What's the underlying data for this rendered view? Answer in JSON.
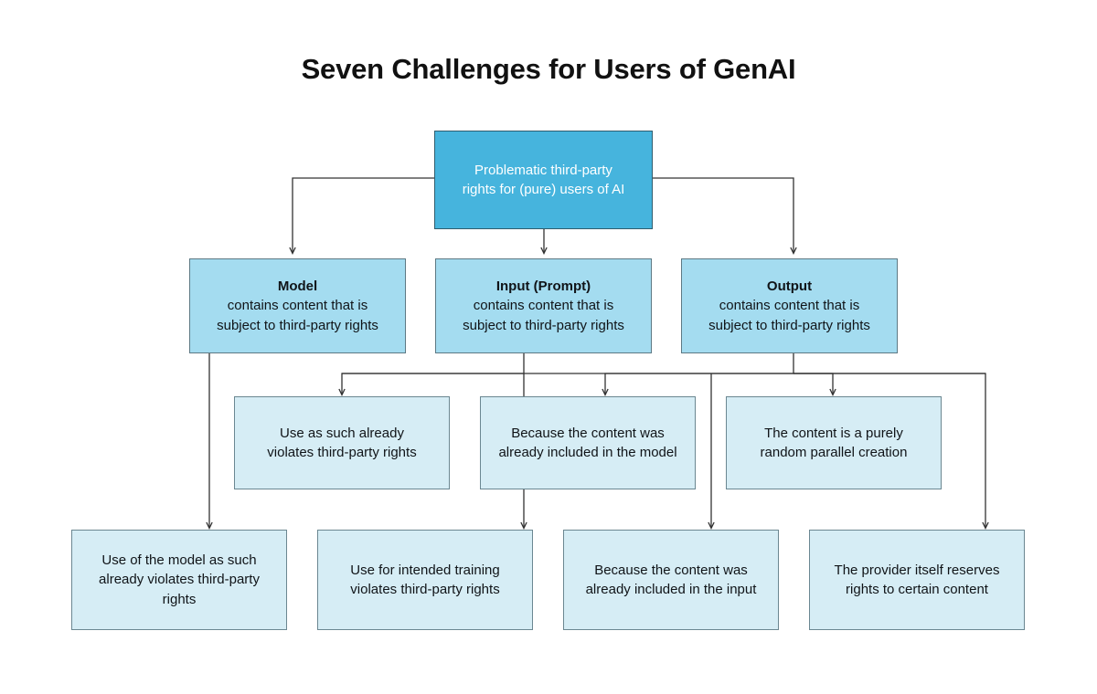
{
  "page": {
    "title": "Seven Challenges for Users of GenAI",
    "background_color": "#ffffff"
  },
  "colors": {
    "root_fill": "#46b4dd",
    "root_text": "#ffffff",
    "level2_fill": "#a4dcf0",
    "leaf_fill": "#d6edf5",
    "border": "#5a6b74",
    "connector": "#333333",
    "text": "#101418"
  },
  "chart_data": {
    "type": "diagram",
    "diagram_kind": "hierarchy-tree",
    "title": "Seven Challenges for Users of GenAI",
    "nodes": [
      {
        "id": "root",
        "level": 0,
        "lines": [
          "Problematic third-party",
          "rights for (pure) users of AI"
        ],
        "fill": "#46b4dd",
        "text_color": "#ffffff"
      },
      {
        "id": "model",
        "level": 1,
        "heading": "Model",
        "lines": [
          "contains content that is",
          "subject to third-party rights"
        ],
        "fill": "#a4dcf0"
      },
      {
        "id": "input",
        "level": 1,
        "heading": "Input (Prompt)",
        "lines": [
          "contains content that is",
          "subject to third-party rights"
        ],
        "fill": "#a4dcf0"
      },
      {
        "id": "output",
        "level": 1,
        "heading": "Output",
        "lines": [
          "contains content that is",
          "subject to third-party rights"
        ],
        "fill": "#a4dcf0"
      },
      {
        "id": "leaf-a",
        "level": 2,
        "lines": [
          "Use as such already",
          "violates third-party rights"
        ],
        "fill": "#d6edf5",
        "parent": "input"
      },
      {
        "id": "leaf-b",
        "level": 2,
        "lines": [
          "Because the content was",
          "already included in the model"
        ],
        "fill": "#d6edf5",
        "parent": "output"
      },
      {
        "id": "leaf-c",
        "level": 2,
        "lines": [
          "The content is a purely",
          "random parallel creation"
        ],
        "fill": "#d6edf5",
        "parent": "output"
      },
      {
        "id": "leaf-d",
        "level": 3,
        "lines": [
          "Use of the model as such",
          "already violates third-party",
          "rights"
        ],
        "fill": "#d6edf5",
        "parent": "model"
      },
      {
        "id": "leaf-e",
        "level": 3,
        "lines": [
          "Use for intended training",
          "violates third-party rights"
        ],
        "fill": "#d6edf5",
        "parent": "input"
      },
      {
        "id": "leaf-f",
        "level": 3,
        "lines": [
          "Because the content was",
          "already included in the input"
        ],
        "fill": "#d6edf5",
        "parent": "output"
      },
      {
        "id": "leaf-g",
        "level": 3,
        "lines": [
          "The provider itself reserves",
          "rights to certain content"
        ],
        "fill": "#d6edf5",
        "parent": "output"
      }
    ],
    "edges": [
      {
        "from": "root",
        "to": "model"
      },
      {
        "from": "root",
        "to": "input"
      },
      {
        "from": "root",
        "to": "output"
      },
      {
        "from": "model",
        "to": "leaf-d"
      },
      {
        "from": "input",
        "to": "leaf-a"
      },
      {
        "from": "input",
        "to": "leaf-e"
      },
      {
        "from": "output",
        "to": "leaf-b"
      },
      {
        "from": "output",
        "to": "leaf-c"
      },
      {
        "from": "output",
        "to": "leaf-f"
      },
      {
        "from": "output",
        "to": "leaf-g"
      }
    ]
  },
  "nodes": {
    "root": {
      "line1": "Problematic third-party",
      "line2": "rights for (pure) users of AI"
    },
    "model": {
      "heading": "Model",
      "line1": "contains content that is",
      "line2": "subject to third-party rights"
    },
    "input": {
      "heading": "Input (Prompt)",
      "line1": "contains content that is",
      "line2": "subject to third-party rights"
    },
    "output": {
      "heading": "Output",
      "line1": "contains content that is",
      "line2": "subject to third-party rights"
    },
    "leaf_a": {
      "line1": "Use as such already",
      "line2": "violates third-party rights"
    },
    "leaf_b": {
      "line1": "Because the content was",
      "line2": "already included in the model"
    },
    "leaf_c": {
      "line1": "The content is a purely",
      "line2": "random parallel creation"
    },
    "leaf_d": {
      "line1": "Use of the model as such",
      "line2": "already violates third-party",
      "line3": "rights"
    },
    "leaf_e": {
      "line1": "Use for intended training",
      "line2": "violates third-party rights"
    },
    "leaf_f": {
      "line1": "Because the content was",
      "line2": "already included in the input"
    },
    "leaf_g": {
      "line1": "The provider itself reserves",
      "line2": "rights to certain content"
    }
  }
}
